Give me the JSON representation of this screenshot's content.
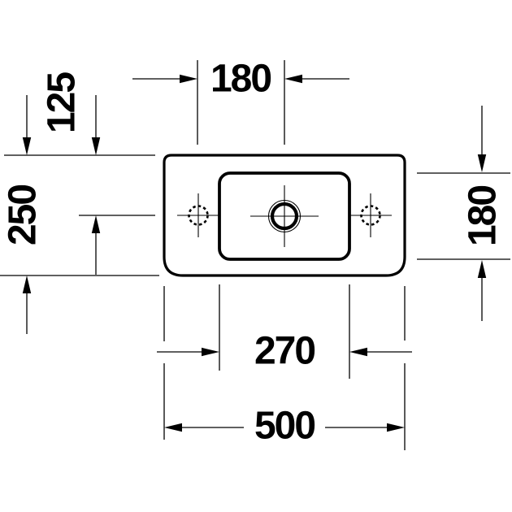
{
  "drawing": {
    "dimensions": {
      "top_hole_to_center": "180",
      "left_rim_to_holes": "125",
      "left_overall_depth": "250",
      "right_bowl_depth": "180",
      "bottom_bowl_width": "270",
      "bottom_overall_width": "500"
    },
    "colors": {
      "line": "#000000",
      "background": "#ffffff"
    }
  }
}
